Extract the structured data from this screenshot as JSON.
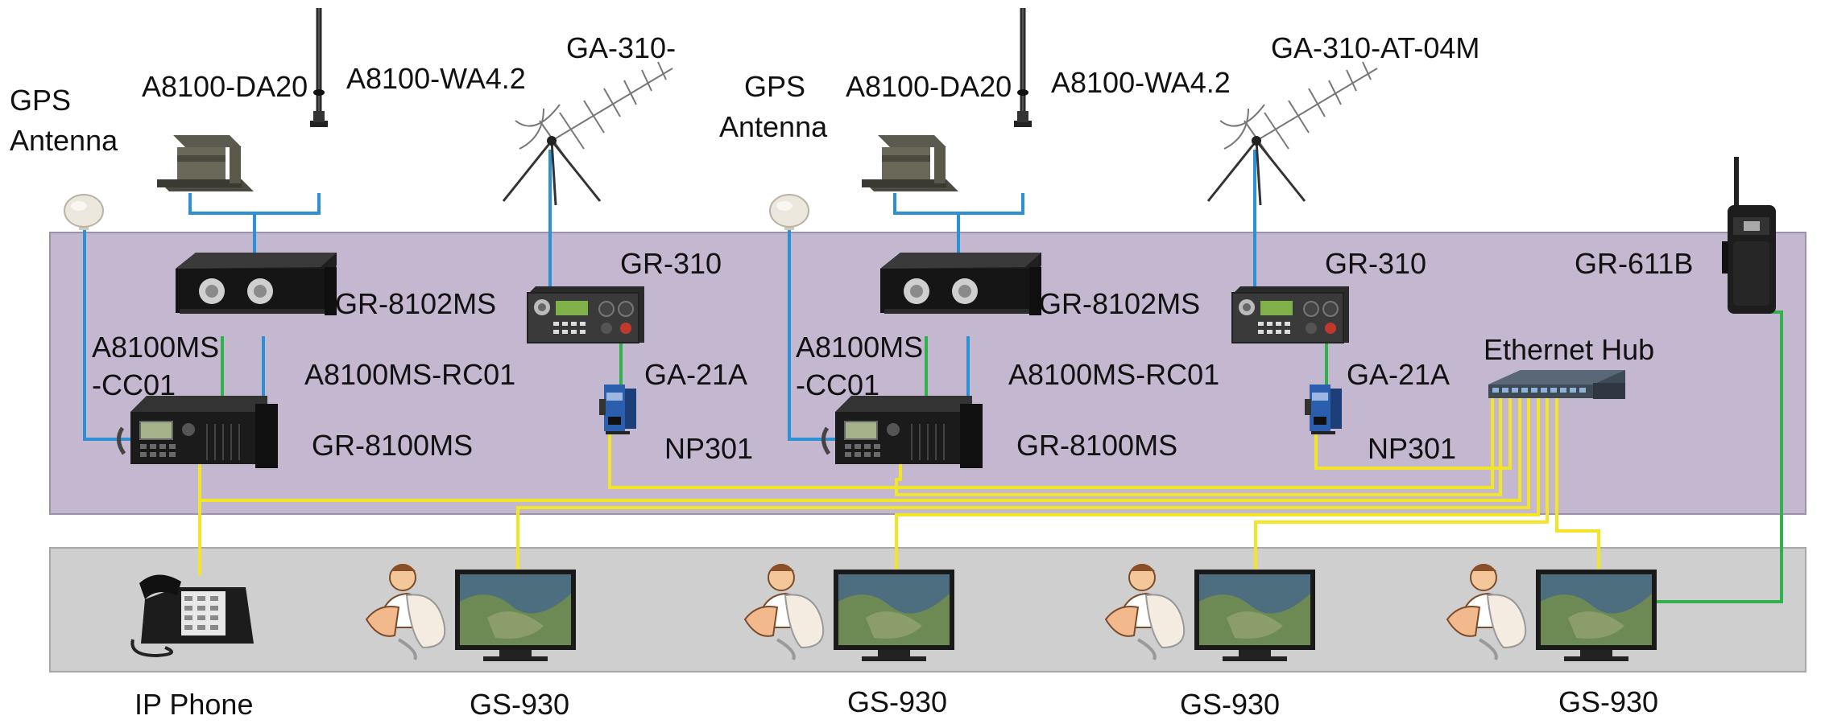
{
  "labels": {
    "gps_antenna_1": [
      "GPS",
      "Antenna"
    ],
    "gps_antenna_2": [
      "GPS",
      "Antenna"
    ],
    "a8100_da20_1": "A8100-DA20",
    "a8100_da20_2": "A8100-DA20",
    "a8100_wa42_1": "A8100-WA4.2",
    "a8100_wa42_2": "A8100-WA4.2",
    "ga310_1": "GA-310-",
    "ga310_2": "GA-310-AT-04M",
    "gr310_1": "GR-310",
    "gr310_2": "GR-310",
    "gr8102ms_1": "GR-8102MS",
    "gr8102ms_2": "GR-8102MS",
    "a8100ms_cc01_1": [
      "A8100MS",
      "-CC01"
    ],
    "a8100ms_cc01_2": [
      "A8100MS",
      "-CC01"
    ],
    "a8100ms_rc01_1": "A8100MS-RC01",
    "a8100ms_rc01_2": "A8100MS-RC01",
    "gr8100ms_1": "GR-8100MS",
    "gr8100ms_2": "GR-8100MS",
    "ga21a_1": "GA-21A",
    "ga21a_2": "GA-21A",
    "np301_1": "NP301",
    "np301_2": "NP301",
    "gr611b": "GR-611B",
    "ethernet_hub": "Ethernet Hub",
    "ip_phone": "IP Phone",
    "gs930_1": "GS-930",
    "gs930_2": "GS-930",
    "gs930_3": "GS-930",
    "gs930_4": "GS-930"
  },
  "colors": {
    "top_panel": "#c3b8cf",
    "bottom_panel": "#cfcfcf",
    "rf_cable": "#2d8fd4",
    "serial_cable": "#2fb24c",
    "ethernet_cable": "#f1e526"
  },
  "icons": [
    "gps-antenna-icon",
    "directional-antenna-icon",
    "whip-antenna-icon",
    "yagi-antenna-icon",
    "radio-unit-icon",
    "amplifier-case-icon",
    "radio-panel-icon",
    "serial-server-icon",
    "ethernet-hub-icon",
    "handheld-radio-icon",
    "ip-phone-icon",
    "operator-icon",
    "monitor-icon"
  ]
}
